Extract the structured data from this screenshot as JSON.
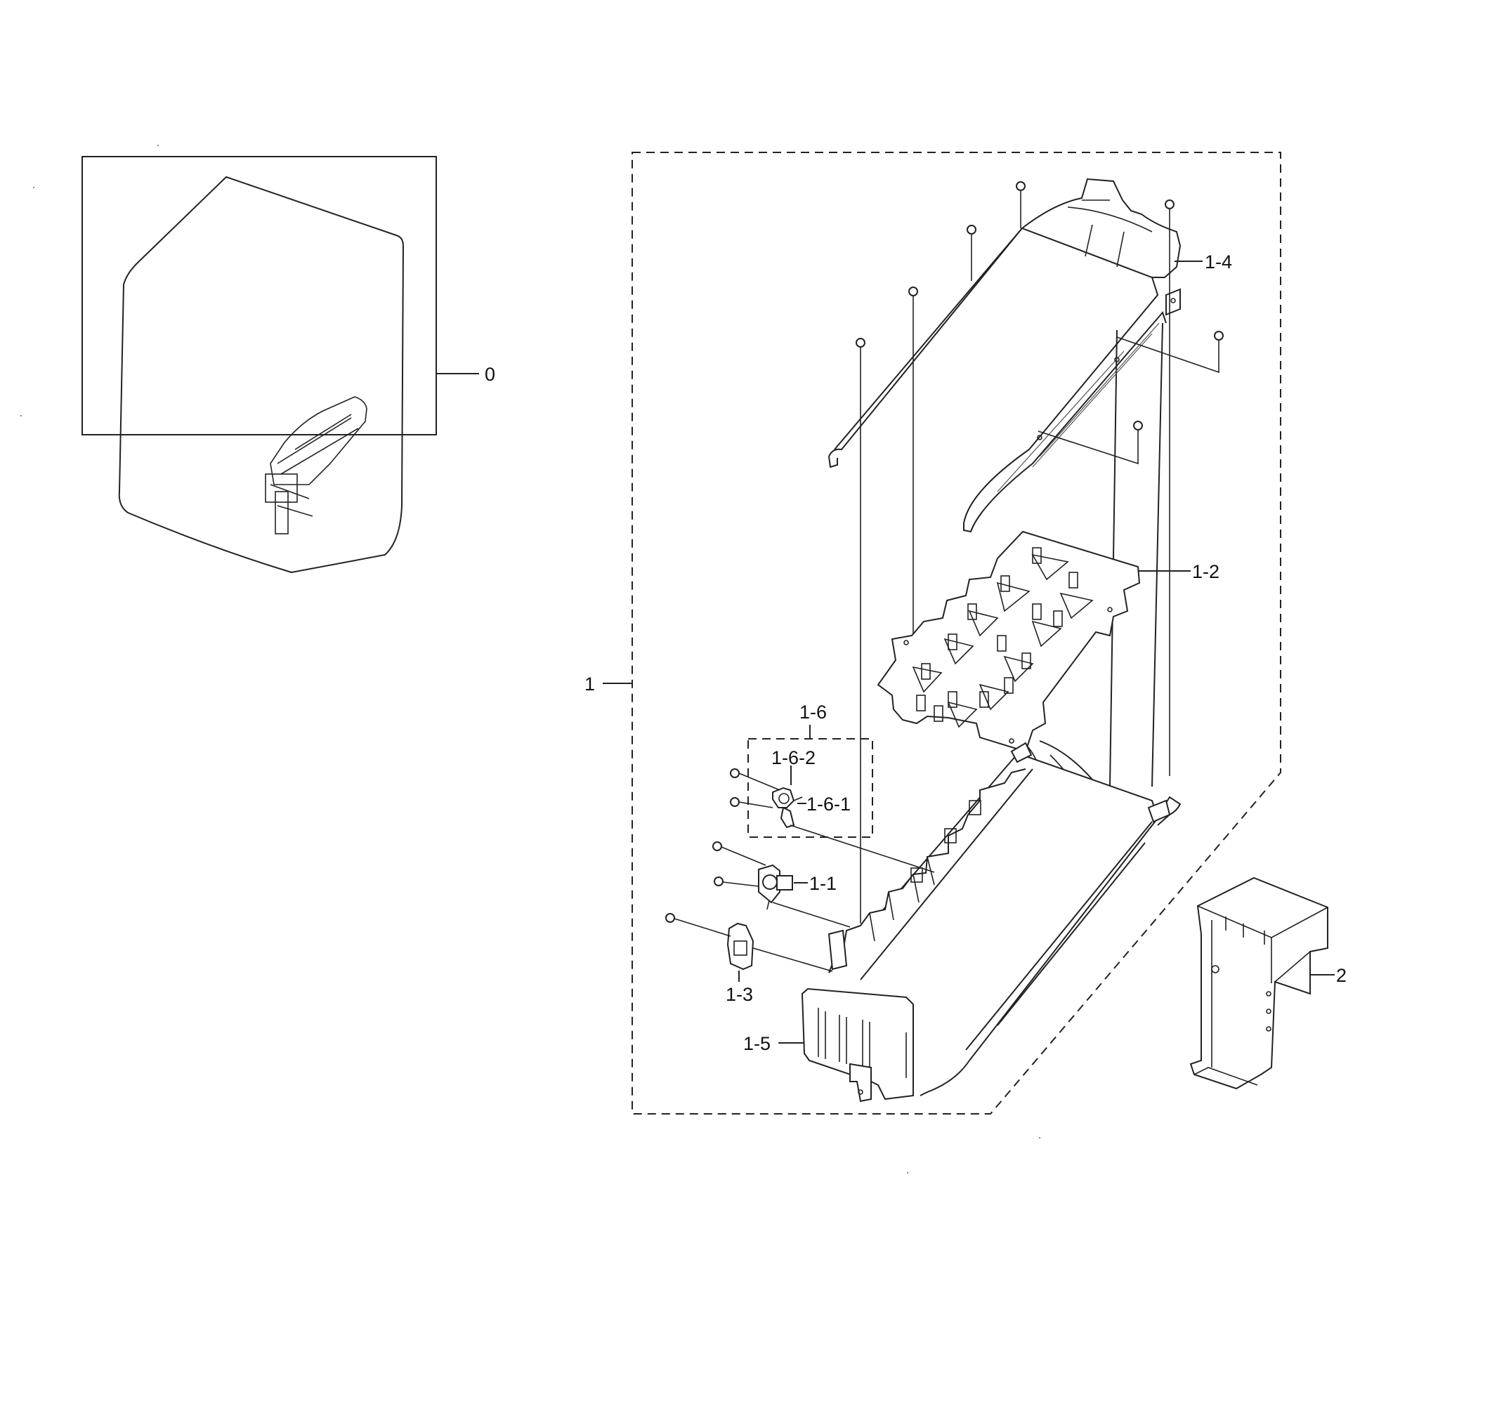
{
  "diagram": {
    "labels": {
      "l0": "0",
      "l1": "1",
      "l1_1": "1-1",
      "l1_2": "1-2",
      "l1_3": "1-3",
      "l1_4": "1-4",
      "l1_5": "1-5",
      "l1_6": "1-6",
      "l1_6_1": "1-6-1",
      "l1_6_2": "1-6-2",
      "l2": "2"
    }
  },
  "colors": {
    "ink": "#222222",
    "background": "#ffffff"
  }
}
